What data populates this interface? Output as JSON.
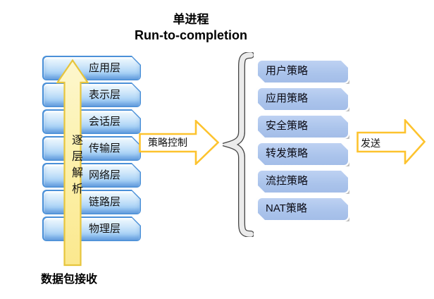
{
  "title": {
    "line1": "单进程",
    "line2": "Run-to-completion"
  },
  "left_stack": {
    "layers": [
      "应用层",
      "表示层",
      "会话层",
      "传输层",
      "网络层",
      "链路层",
      "物理层"
    ],
    "arrow_label": "逐层解析",
    "bottom_label": "数据包接收"
  },
  "policy_control": {
    "arrow_label": "策略控制"
  },
  "right_stack": {
    "policies": [
      "用户策略",
      "应用策略",
      "安全策略",
      "转发策略",
      "流控策略",
      "NAT策略"
    ]
  },
  "send": {
    "arrow_label": "发送"
  },
  "icons": {
    "up_arrow": "upward-block-arrow",
    "policy_arrow": "right-block-arrow",
    "send_arrow": "right-block-arrow",
    "brace": "left-curly-brace"
  },
  "colors": {
    "layer_box_fill": "#a9d2f6",
    "layer_box_border": "#4a90d8",
    "policy_box_fill": "#aec6ec",
    "yellow_arrow_fill": "#fdf2ac",
    "yellow_arrow_border": "#e7c53d",
    "outlined_arrow_border": "#fdc32e",
    "brace_fill": "#ebebeb",
    "text": "#000000"
  }
}
